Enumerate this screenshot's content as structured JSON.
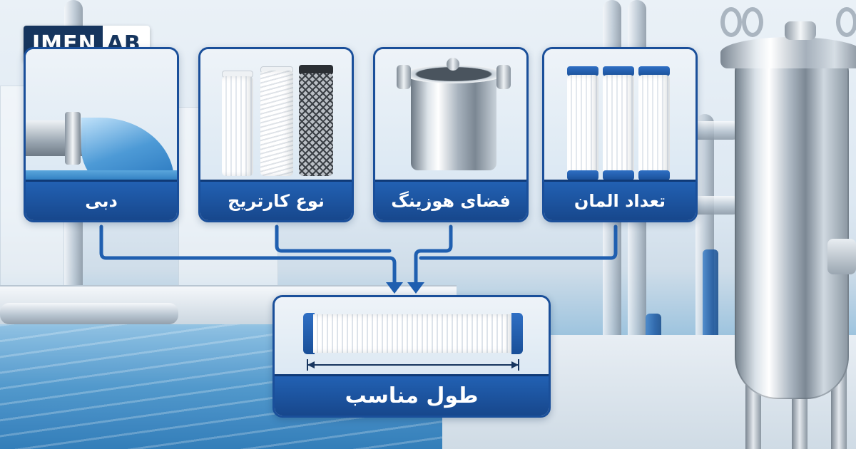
{
  "brand": {
    "part_a": "IMEN",
    "part_b": "AB"
  },
  "cards": [
    {
      "label": "تعداد المان",
      "image": "three-blue-capped-pleated-cartridges"
    },
    {
      "label": "فضای هوزینگ",
      "image": "stainless-steel-housing-bowl"
    },
    {
      "label": "نوع کارتریج",
      "image": "three-cartridge-types"
    },
    {
      "label": "دبی",
      "image": "water-flowing-from-pipe"
    }
  ],
  "result": {
    "label": "طول مناسب",
    "image": "pleated-cartridge-with-length-arrow"
  },
  "colors": {
    "primary": "#1a4f9a",
    "label_bg": "#2261b3",
    "logo_dark": "#16355e",
    "connector": "#1f5fb0"
  }
}
